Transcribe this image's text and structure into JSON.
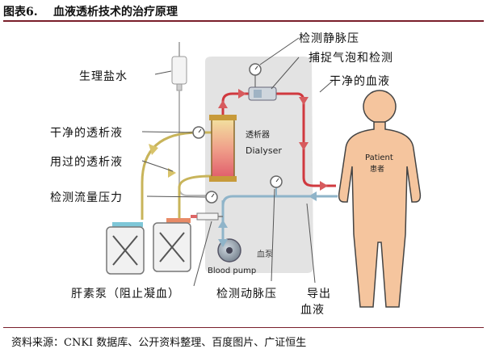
{
  "header": {
    "figure_no": "图表6.",
    "title": "血液透析技术的治疗原理"
  },
  "labels": {
    "saline": "生理盐水",
    "venous_pressure": "检测静脉压",
    "bubble_trap": "捕捉气泡和检测",
    "clean_blood": "干净的血液",
    "clean_dialysate": "干净的透析液",
    "used_dialysate": "用过的透析液",
    "flow_pressure": "检测流量压力",
    "heparin_pump": "肝素泵（阻止凝血）",
    "arterial_pressure": "检测动脉压",
    "out_blood_1": "导出",
    "out_blood_2": "血液"
  },
  "device": {
    "dialyser_cn": "透析器",
    "dialyser_en": "Dialyser",
    "blood_pump": "Blood pump",
    "blood_pump_cn": "血泵",
    "patient_en": "Patient",
    "patient_cn": "患者"
  },
  "source": "资料来源：CNKI 数据库、公开资料整理、百度图片、广证恒生",
  "colors": {
    "accent_rule": "#7a1f2b",
    "blood_line": "#d0393f",
    "return_line": "#8fb4c9",
    "dialysate_line": "#c8b45a",
    "body_fill": "#f5c59e",
    "machine_bg": "#e3e3e3"
  }
}
